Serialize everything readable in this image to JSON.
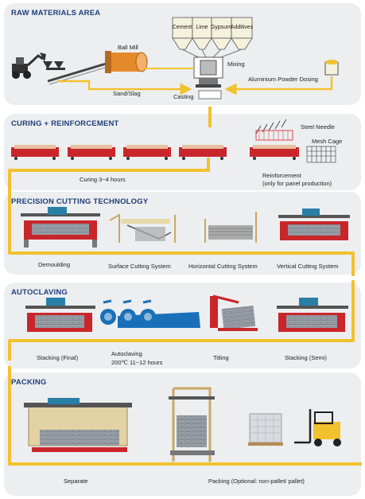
{
  "sections": {
    "raw": {
      "title": "RAW MATERIALS AREA",
      "silos": [
        "Cement",
        "Lime",
        "Gypsum",
        "Additives"
      ],
      "ball_mill": "Ball Mill",
      "mixing": "Mixing",
      "sand_slag": "Sand/Slag",
      "casting": "Casting",
      "aluminium": "Aluminium  Powder  Dosing"
    },
    "curing": {
      "title": "CURING + REINFORCEMENT",
      "steel_needle": "Steel Needle",
      "mesh_cage": "Mesh Cage",
      "curing_hours": "Curing  3~4 hours",
      "reinforcement": "Reinforcement",
      "reinforcement_note": "(only for panel production)"
    },
    "cutting": {
      "title": "PRECISION CUTTING TECHNOLOGY",
      "demoulding": "Demoulding",
      "surface": "Surface  Cutting  System",
      "horizontal": "Horizontal Cutting  System",
      "vertical": "Vertical  Cutting  System"
    },
    "autoclaving": {
      "title": "AUTOCLAVING",
      "stacking_final": "Stacking (Final)",
      "autoclaving": "Autoclaving",
      "autoclaving_params": "200℃  11~12 hours",
      "titling": "Titling",
      "stacking_semi": "Stacking (Semi)"
    },
    "packing": {
      "title": "PACKING",
      "separate": "Separate",
      "packing": "Packing (Optional: non-pallet/ pallet)"
    }
  },
  "colors": {
    "flow": "#f2c12e",
    "panel": "#eceef0",
    "title": "#1f3e7a",
    "machine_red": "#c8262b",
    "autoclave_blue": "#1a70b8"
  }
}
